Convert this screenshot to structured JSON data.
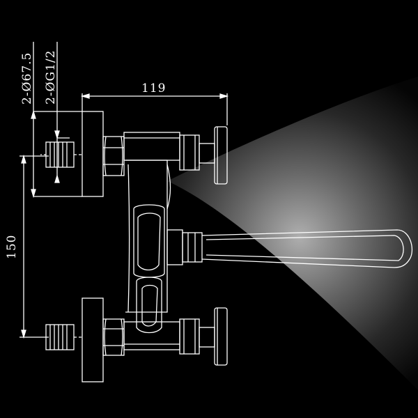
{
  "drawing": {
    "dim_width": "119",
    "dim_height": "150",
    "dim_flange": "2-Ø67.5",
    "dim_thread": "2-ØG1/2"
  },
  "colors": {
    "background": "#000000",
    "glow": "#9a9a9a",
    "line": "#ffffff"
  }
}
